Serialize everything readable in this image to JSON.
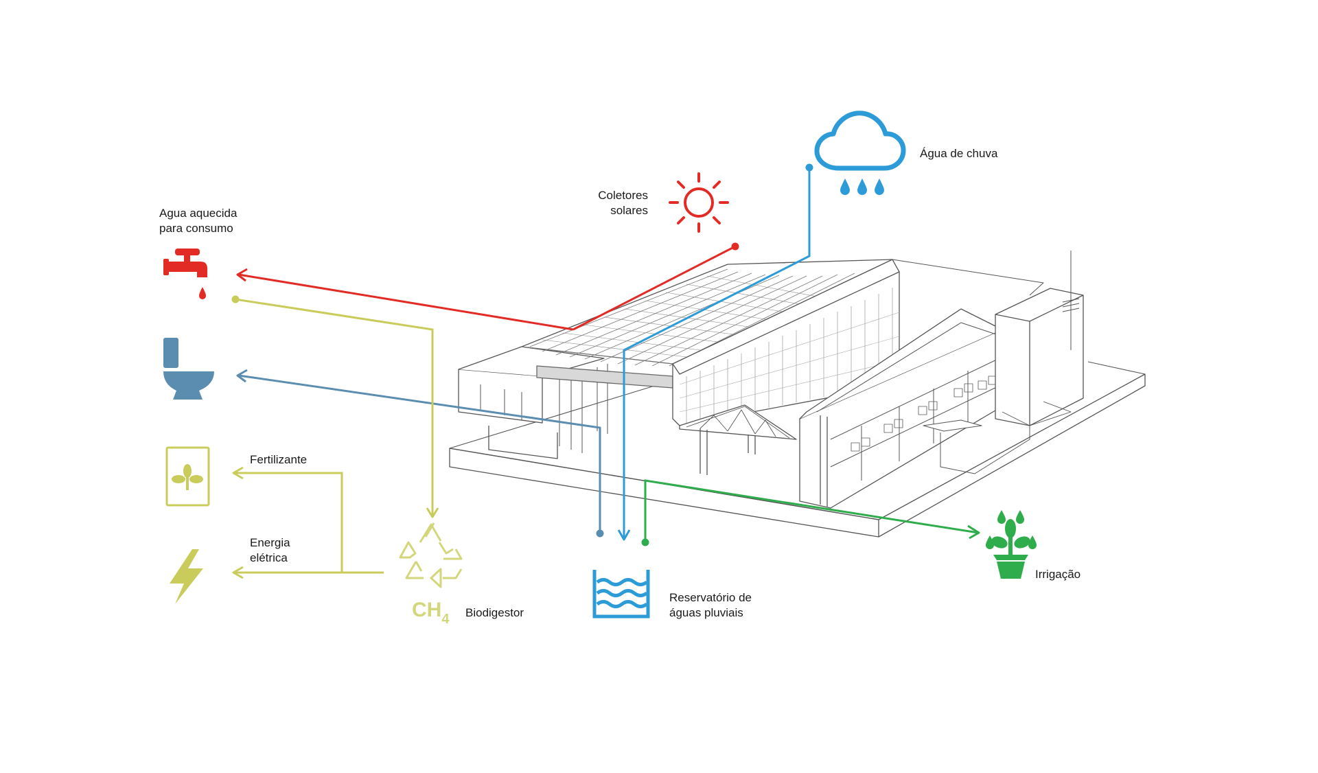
{
  "labels": {
    "hot_water": [
      "Agua aquecida",
      "para consumo"
    ],
    "solar": [
      "Coletores",
      "solares"
    ],
    "rain": "Água de chuva",
    "fertilizer": "Fertilizante",
    "energy": [
      "Energia",
      "elétrica"
    ],
    "biodigester": "Biodigestor",
    "ch4": "CH",
    "ch4_sub": "4",
    "reservoir": [
      "Reservatório de",
      "águas pluviais"
    ],
    "irrigation": "Irrigação"
  },
  "colors": {
    "red": "#e32b26",
    "blue": "#2e9bd9",
    "steelblue": "#5b8db0",
    "olive": "#c9cc5a",
    "green": "#2fac4c",
    "building": "#4a4a4a"
  },
  "icons": {
    "faucet": "faucet-icon",
    "toilet": "toilet-icon",
    "fertilizer": "fertilizer-bag-icon",
    "lightning": "lightning-icon",
    "recycle": "recycle-icon",
    "reservoir": "water-reservoir-icon",
    "plant": "watered-plant-icon",
    "sun": "sun-icon",
    "cloud": "rain-cloud-icon"
  }
}
